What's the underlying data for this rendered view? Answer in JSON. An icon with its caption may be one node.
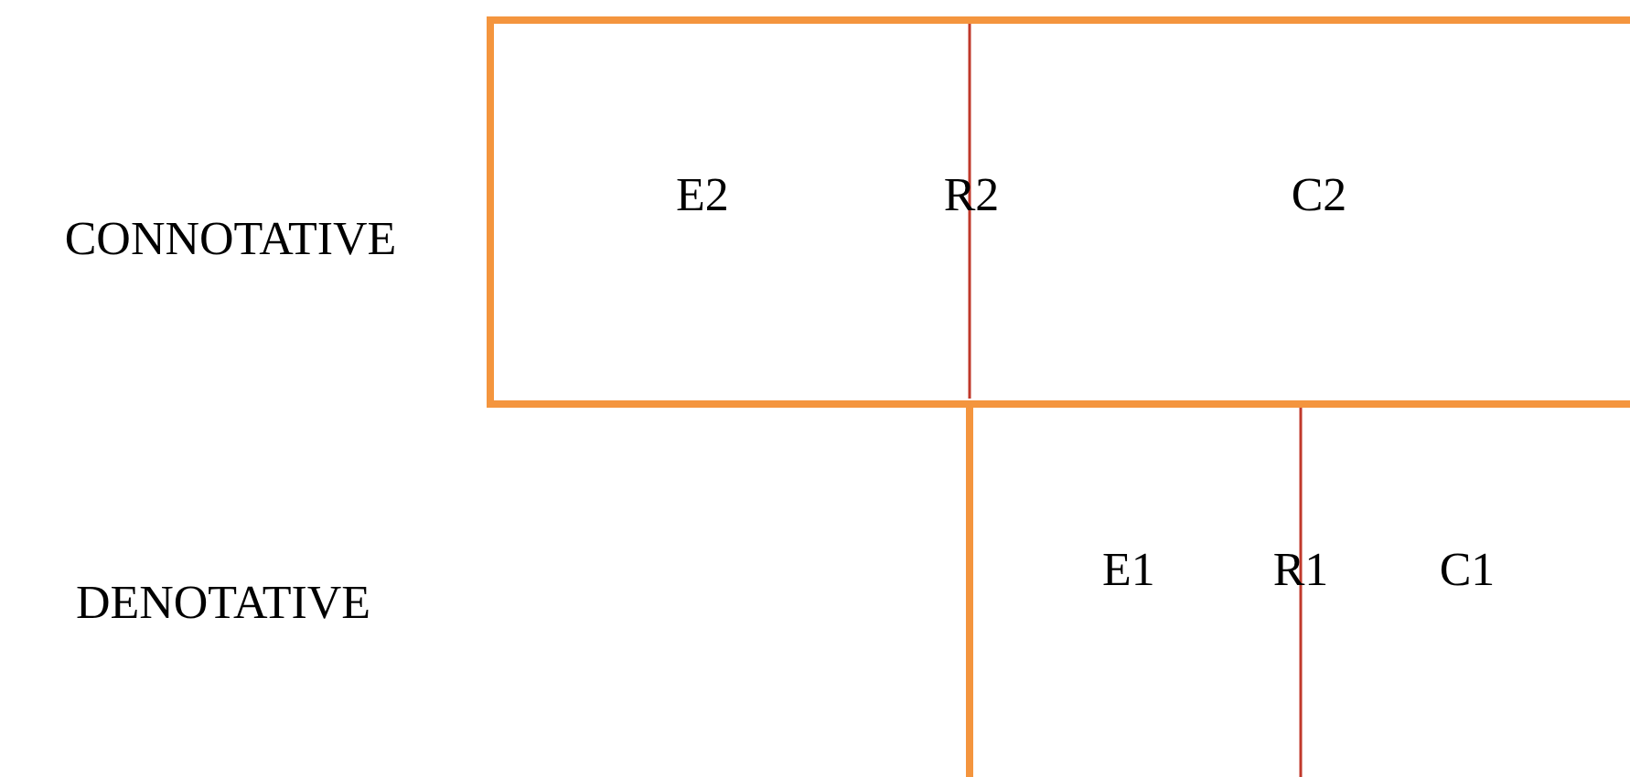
{
  "diagram": {
    "nodes": [
      {
        "text": [
          "E2",
          "R2",
          "C2"
        ]
      }
    ],
    "labels": [
      "CONNOTATIVE",
      "DENOTATIVE",
      "E1",
      "R1",
      "C1"
    ]
  }
}
